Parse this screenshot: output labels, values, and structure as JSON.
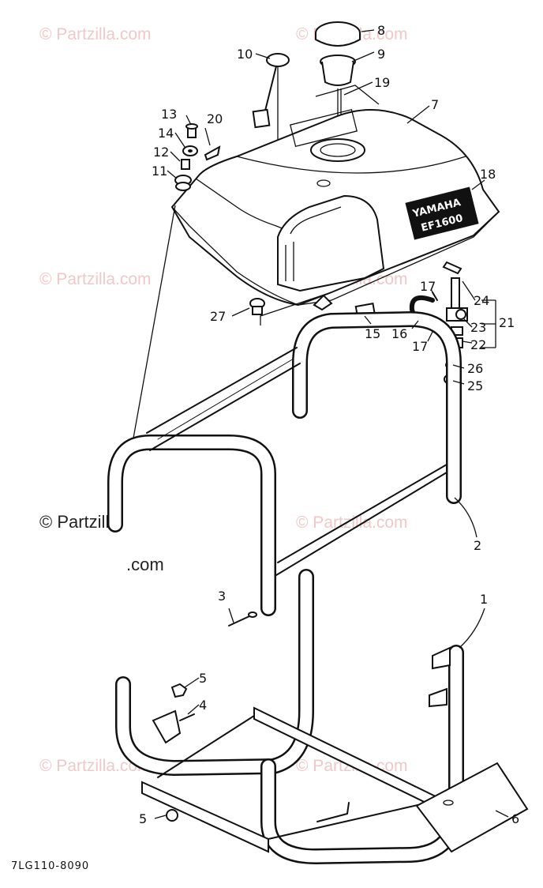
{
  "watermarks": {
    "small": "© Partzilla.com",
    "big_line1": "© Partzilla",
    "big_line2": ".com"
  },
  "drawing_code": "7LG110-8090",
  "tank_badge": {
    "line1": "YAMAHA",
    "line2": "EF1600"
  },
  "callouts": {
    "c1": "1",
    "c2": "2",
    "c3": "3",
    "c4": "4",
    "c5a": "5",
    "c5b": "5",
    "c6": "6",
    "c7": "7",
    "c8": "8",
    "c9": "9",
    "c10": "10",
    "c11": "11",
    "c12": "12",
    "c13": "13",
    "c14": "14",
    "c15": "15",
    "c16": "16",
    "c17a": "17",
    "c17b": "17",
    "c18": "18",
    "c19": "19",
    "c20": "20",
    "c21": "21",
    "c22": "22",
    "c23": "23",
    "c24": "24",
    "c25": "25",
    "c26": "26",
    "c27": "27"
  }
}
